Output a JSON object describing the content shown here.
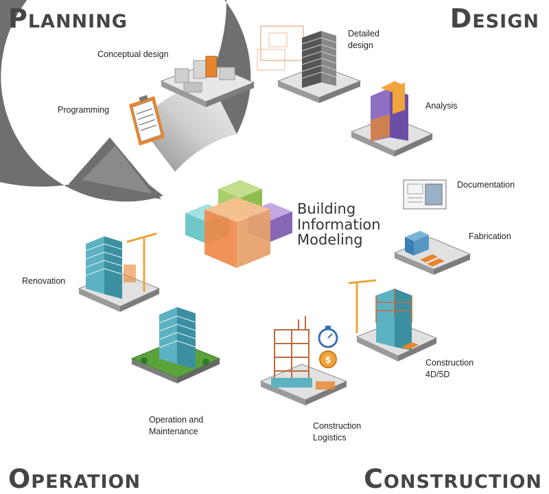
{
  "corners": {
    "top_left": "Planning",
    "top_right": "Design",
    "bottom_left": "Operation",
    "bottom_right": "Construction"
  },
  "center": {
    "line1": "Building",
    "line2": "Information",
    "line3": "Modeling"
  },
  "stages": {
    "conceptual_design": "Conceptual design",
    "detailed_design_1": "Detailed",
    "detailed_design_2": "design",
    "programming": "Programming",
    "analysis": "Analysis",
    "documentation": "Documentation",
    "fabrication": "Fabrication",
    "renovation": "Renovation",
    "construction_4d_1": "Construction",
    "construction_4d_2": "4D/5D",
    "operation_maintenance_1": "Operation and",
    "operation_maintenance_2": "Maintenance",
    "construction_logistics_1": "Construction",
    "construction_logistics_2": "Logistics"
  },
  "colors": {
    "ring_gray": "#6f6f6f",
    "ring_light": "#d9d9d9",
    "corner_text": "#454545",
    "cube_teal": "#6fc7c7",
    "cube_green": "#a9cf6a",
    "cube_purple": "#9b7bc7",
    "cube_orange": "#f08a4b",
    "building_glass": "#5db2c2",
    "accent_orange": "#e7852d"
  },
  "icons": [
    "clipboard-icon",
    "stopwatch-icon",
    "coin-icon",
    "crane-icon"
  ]
}
